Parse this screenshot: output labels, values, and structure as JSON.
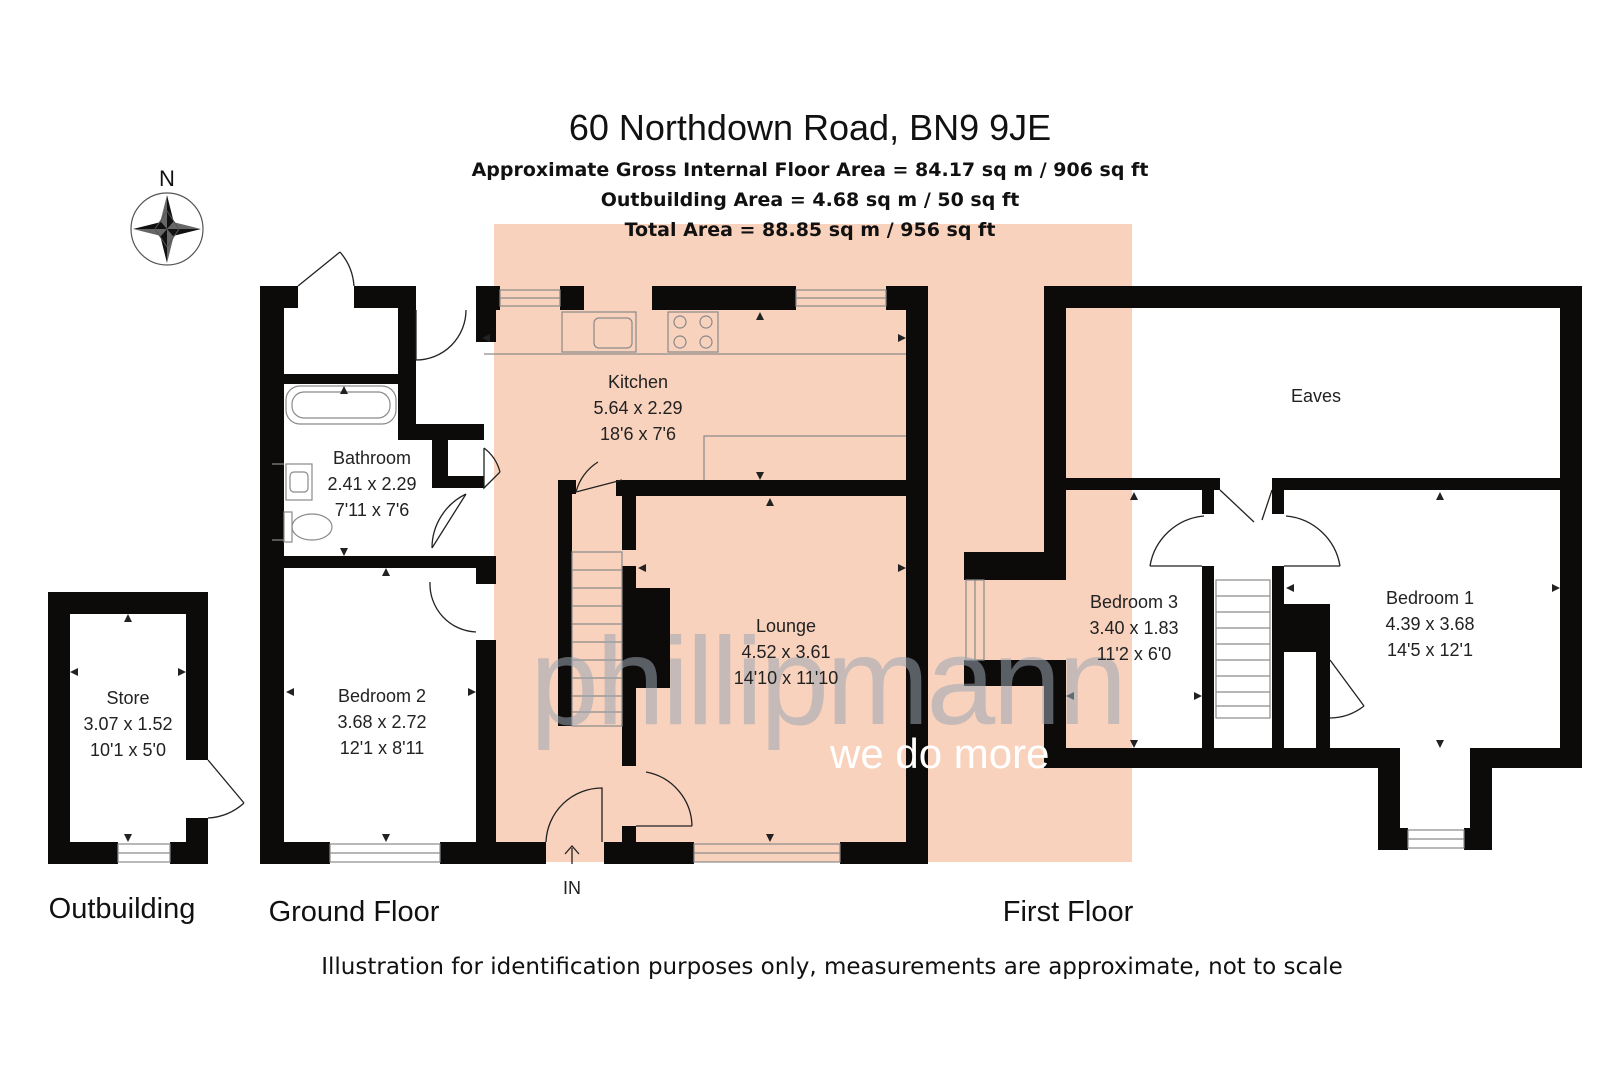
{
  "header": {
    "title": "60 Northdown Road, BN9 9JE",
    "gross_area": "Approximate Gross Internal Floor Area = 84.17 sq m / 906 sq ft",
    "outbuilding_area": "Outbuilding Area = 4.68 sq m / 50 sq ft",
    "total_area": "Total Area = 88.85 sq m / 956 sq ft"
  },
  "compass": {
    "label": "N",
    "icon": "north-arrow-compass-icon"
  },
  "floors": {
    "outbuilding": "Outbuilding",
    "ground": "Ground Floor",
    "first": "First Floor"
  },
  "rooms": {
    "store": {
      "name": "Store",
      "metric": "3.07 x 1.52",
      "imperial": "10'1 x 5'0"
    },
    "bedroom2": {
      "name": "Bedroom 2",
      "metric": "3.68 x 2.72",
      "imperial": "12'1 x 8'11"
    },
    "bathroom": {
      "name": "Bathroom",
      "metric": "2.41 x 2.29",
      "imperial": "7'11 x 7'6"
    },
    "kitchen": {
      "name": "Kitchen",
      "metric": "5.64 x 2.29",
      "imperial": "18'6 x 7'6"
    },
    "lounge": {
      "name": "Lounge",
      "metric": "4.52 x 3.61",
      "imperial": "14'10 x 11'10"
    },
    "eaves": {
      "name": "Eaves"
    },
    "bedroom3": {
      "name": "Bedroom 3",
      "metric": "3.40 x 1.83",
      "imperial": "11'2 x 6'0"
    },
    "bedroom1": {
      "name": "Bedroom 1",
      "metric": "4.39 x 3.68",
      "imperial": "14'5 x 12'1"
    }
  },
  "entrance": "IN",
  "watermark": {
    "brand": "phillipmann",
    "tagline": "we do more"
  },
  "footer": "Illustration for identification purposes only, measurements are approximate, not to scale",
  "colors": {
    "highlight": "#f9d2bd",
    "walls": "#0d0a0a",
    "watermark_text": "#9aa6b2",
    "tagline_text": "#ffffff"
  }
}
